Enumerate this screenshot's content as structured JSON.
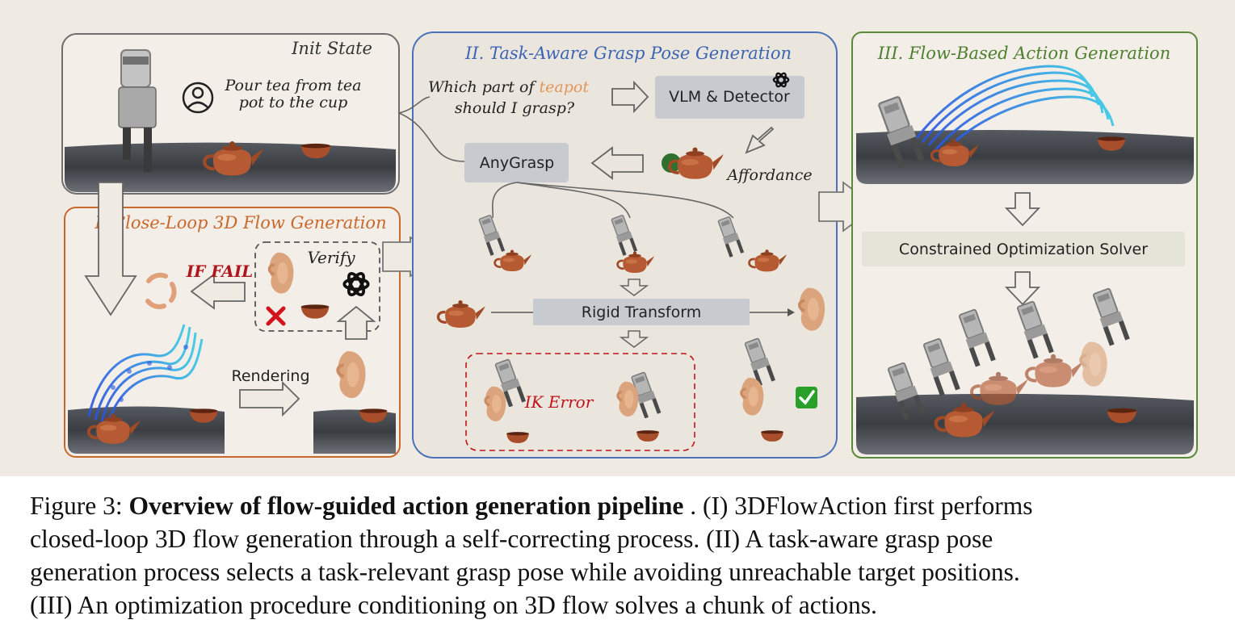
{
  "init": {
    "title": "Init State",
    "instruction_line1": "Pour tea from tea",
    "instruction_line2": "pot to the cup"
  },
  "panel1": {
    "title": "I. Close-Loop 3D Flow Generation",
    "if_fail": "IF FAIL",
    "verify": "Verify",
    "rendering": "Rendering"
  },
  "panel2": {
    "title": "II. Task-Aware Grasp Pose Generation",
    "question_prefix": "Which part of ",
    "question_object": "teapot",
    "question_line2": "should I grasp?",
    "vlm": "VLM & Detector",
    "anygrasp": "AnyGrasp",
    "affordance": "Affordance",
    "rigid": "Rigid Transform",
    "ik_error": "IK Error"
  },
  "panel3": {
    "title": "III. Flow-Based Action Generation",
    "solver": "Constrained Optimization Solver"
  },
  "icons": [
    "user-icon",
    "openai-icon",
    "arrow-icon",
    "refresh-icon",
    "cross-icon",
    "check-icon",
    "teapot-icon",
    "cup-icon",
    "robot-gripper-icon"
  ],
  "colors": {
    "init_border": "#6e6e6e",
    "panel1_border": "#c8682a",
    "panel2_border": "#4a72b8",
    "panel3_border": "#5a8a3a",
    "panel1_title": "#c8682a",
    "panel2_title": "#3c64b4",
    "panel3_title": "#4e7e30",
    "teapot_word": "#e0955a",
    "fail_red": "#b0141c",
    "flow_blue": "#2a55e0",
    "flow_cyan": "#35c8e6",
    "teapot": "#b55a32"
  },
  "caption": {
    "label": "Figure 3: ",
    "bold": "Overview of flow-guided action generation pipeline",
    "rest1": " . (I) 3DFlowAction first performs",
    "line2": "closed-loop 3D flow generation through a self-correcting process.  (II) A task-aware grasp pose",
    "line3": "generation process selects a task-relevant grasp pose while avoiding unreachable target positions.",
    "line4": "(III) An optimization procedure conditioning on 3D flow solves a chunk of actions."
  }
}
